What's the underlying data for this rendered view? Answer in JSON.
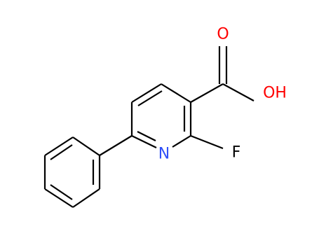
{
  "molecule": {
    "atoms": {
      "carbonyl_oxygen": "O",
      "hydroxyl": "OH",
      "ring_nitrogen": "N",
      "fluorine": "F"
    }
  },
  "colors": {
    "bond": "#000000",
    "oxygen": "#ff0000",
    "nitrogen": "#3050f8",
    "fluorine": "#000000"
  }
}
